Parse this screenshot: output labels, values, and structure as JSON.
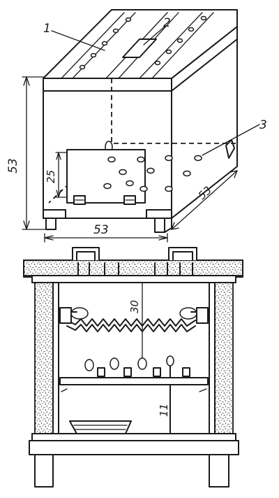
{
  "figure": {
    "callouts": [
      "1",
      "2",
      "3"
    ],
    "dimensions": {
      "box_height": "53",
      "box_width": "53",
      "box_depth": "53",
      "door_height": "25",
      "heater_height": "30",
      "shelf_height": "11"
    }
  }
}
